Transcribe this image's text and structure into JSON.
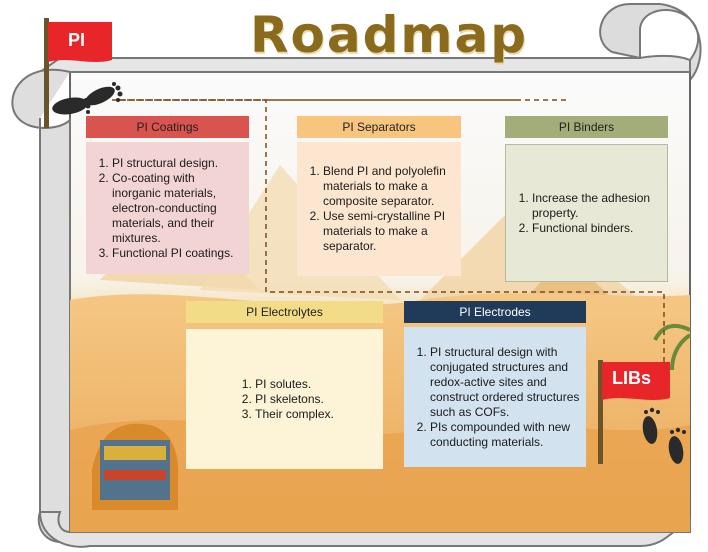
{
  "title": "Roadmap",
  "start_flag": "PI",
  "end_flag": "LIBs",
  "cards": {
    "coatings": {
      "header": "PI Coatings",
      "items": [
        "PI structural design.",
        "Co-coating with inorganic materials, electron-conducting materials, and their mixtures.",
        "Functional PI coatings."
      ]
    },
    "separators": {
      "header": "PI Separators",
      "items": [
        "Blend PI and polyolefin materials to make a composite separator.",
        "Use semi-crystalline PI materials to make a separator."
      ]
    },
    "binders": {
      "header": "PI Binders",
      "items": [
        "Increase the adhesion property.",
        "Functional binders."
      ]
    },
    "electrolytes": {
      "header": "PI Electrolytes",
      "items": [
        "PI solutes.",
        "PI skeletons.",
        "Their complex."
      ]
    },
    "electrodes": {
      "header": "PI Electrodes",
      "items": [
        "PI structural design with conjugated structures and redox-active sites and construct ordered structures such as COFs.",
        "PIs compounded with new conducting materials."
      ]
    }
  },
  "colors": {
    "coatings_header": "#d9534f",
    "coatings_body": "#f3d4d4",
    "separators_header": "#f8c57e",
    "separators_body": "#fde6cf",
    "binders_header": "#a3ad79",
    "binders_body": "#e7e8d6",
    "electrolytes_header": "#f3dc88",
    "electrolytes_body": "#fdf4d7",
    "electrodes_header": "#203a5a",
    "electrodes_body": "#d3e2ef",
    "flag": "#e8262a",
    "path": "#7a4a1c"
  }
}
